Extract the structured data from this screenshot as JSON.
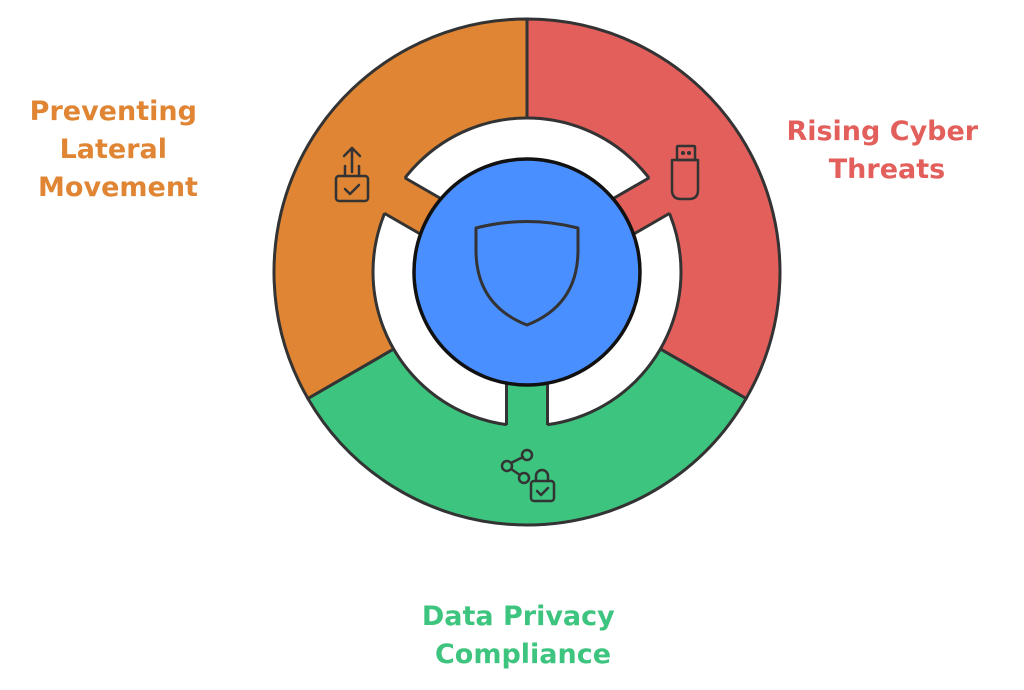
{
  "center": {
    "icon": "shield-icon",
    "color": "#4A8FFF"
  },
  "segments": [
    {
      "id": "rising-cyber-threats",
      "lines": [
        "Rising Cyber",
        "Threats"
      ],
      "color": "#E25F5B",
      "icon": "usb-drive-icon"
    },
    {
      "id": "data-privacy-compliance",
      "lines": [
        "Data Privacy",
        "Compliance"
      ],
      "color": "#3DC47E",
      "icon": "share-lock-icon"
    },
    {
      "id": "preventing-lateral-movement",
      "lines": [
        "Preventing",
        "Lateral",
        "Movement"
      ],
      "color": "#E08533",
      "icon": "upload-lock-icon"
    }
  ]
}
